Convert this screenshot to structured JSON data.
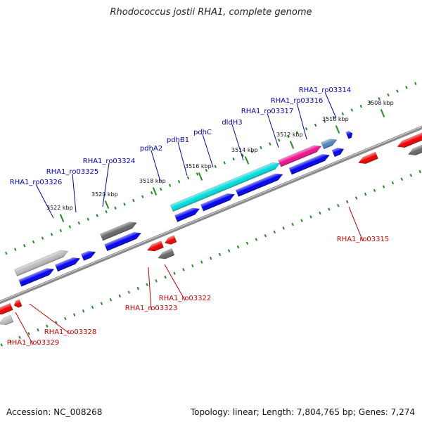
{
  "title": "Rhodococcus jostii RHA1, complete genome",
  "footer": {
    "accession": "Accession: NC_008268",
    "summary": "Topology: linear; Length: 7,804,765 bp; Genes: 7,274"
  },
  "colors": {
    "forward_gene": "#0000ee",
    "reverse_gene": "#ee0000",
    "pdh_gene": "#00dddd",
    "dldh_gene": "#ee1090",
    "rna_gene": "#4a86bb",
    "pseudo_gene": "#666666",
    "light_gene": "#bbbbbb",
    "forward_label": "#0000bb",
    "reverse_label": "#cc0000",
    "tick": "#228b22",
    "backbone": "#8a8a8a"
  },
  "scale": {
    "ticks": [
      {
        "label": "3522 kbp"
      },
      {
        "label": "3520 kbp"
      },
      {
        "label": "3518 kbp"
      },
      {
        "label": "3516 kbp"
      },
      {
        "label": "3514 kbp"
      },
      {
        "label": "3512 kbp"
      },
      {
        "label": "3510 kbp"
      },
      {
        "label": "3508 kbp"
      }
    ]
  },
  "forward_labels": [
    {
      "name": "RHA1_ro03326"
    },
    {
      "name": "RHA1_ro03325"
    },
    {
      "name": "RHA1_ro03324"
    },
    {
      "name": "pdhA2"
    },
    {
      "name": "pdhB1"
    },
    {
      "name": "pdhC"
    },
    {
      "name": "dldH3"
    },
    {
      "name": "RHA1_ro03317"
    },
    {
      "name": "RHA1_ro03316"
    },
    {
      "name": "RHA1_ro03314"
    }
  ],
  "reverse_labels": [
    {
      "name": "RHA1_ro03315"
    },
    {
      "name": "RHA1_ro03322"
    },
    {
      "name": "RHA1_ro03323"
    },
    {
      "name": "RHA1_ro03328"
    },
    {
      "name": "RHA1_ro03329"
    }
  ]
}
